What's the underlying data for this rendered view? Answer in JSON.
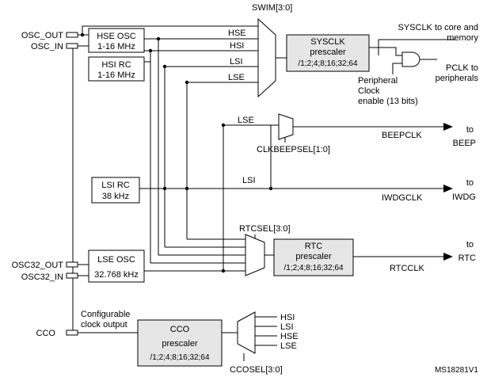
{
  "pins": {
    "osc_out": "OSC_OUT",
    "osc_in": "OSC_IN",
    "osc32_out": "OSC32_OUT",
    "osc32_in": "OSC32_IN",
    "cco": "CCO"
  },
  "blocks": {
    "hse_osc": [
      "HSE OSC",
      "1-16 MHz"
    ],
    "hsi_rc": [
      "HSI RC",
      "1-16 MHz"
    ],
    "lsi_rc": [
      "LSI RC",
      "38 kHz"
    ],
    "lse_osc": [
      "LSE OSC",
      "32.768 kHz"
    ],
    "sysclk_prescaler": [
      "SYSCLK",
      "prescaler",
      "/1;2;4;8;16;32;64"
    ],
    "rtc_prescaler": [
      "RTC",
      "prescaler",
      "/1;2;4;8;16;32;64"
    ],
    "cco_prescaler": [
      "CCO",
      "prescaler",
      "/1;2;4;8;16;32;64"
    ]
  },
  "signals": {
    "hse": "HSE",
    "hsi": "HSI",
    "lsi": "LSI",
    "lse": "LSE"
  },
  "selectors": {
    "swim": "SWIM[3:0]",
    "clkbeepsel": "CLKBEEPSEL[1:0]",
    "rtcsel": "RTCSEL[3:0]",
    "ccosel": "CCOSEL[3:0]"
  },
  "outputs": {
    "sysclk_core": [
      "SYSCLK to core and",
      "memory"
    ],
    "pclk": [
      "PCLK to",
      "peripherals"
    ],
    "peripheral_enable": [
      "Peripheral",
      "Clock",
      "enable (13 bits)"
    ],
    "beepclk": "BEEPCLK",
    "beep_dest": [
      "to",
      "BEEP"
    ],
    "iwdgclk": "IWDGCLK",
    "iwdg_dest": [
      "to",
      "IWDG"
    ],
    "rtcclk": "RTCCLK",
    "rtc_dest": [
      "to",
      "RTC"
    ]
  },
  "cco_label": [
    "Configurable",
    "clock output"
  ],
  "cco_inputs": [
    "HSI",
    "LSI",
    "HSE",
    "LSE"
  ],
  "figure_id": "MS18281V1"
}
